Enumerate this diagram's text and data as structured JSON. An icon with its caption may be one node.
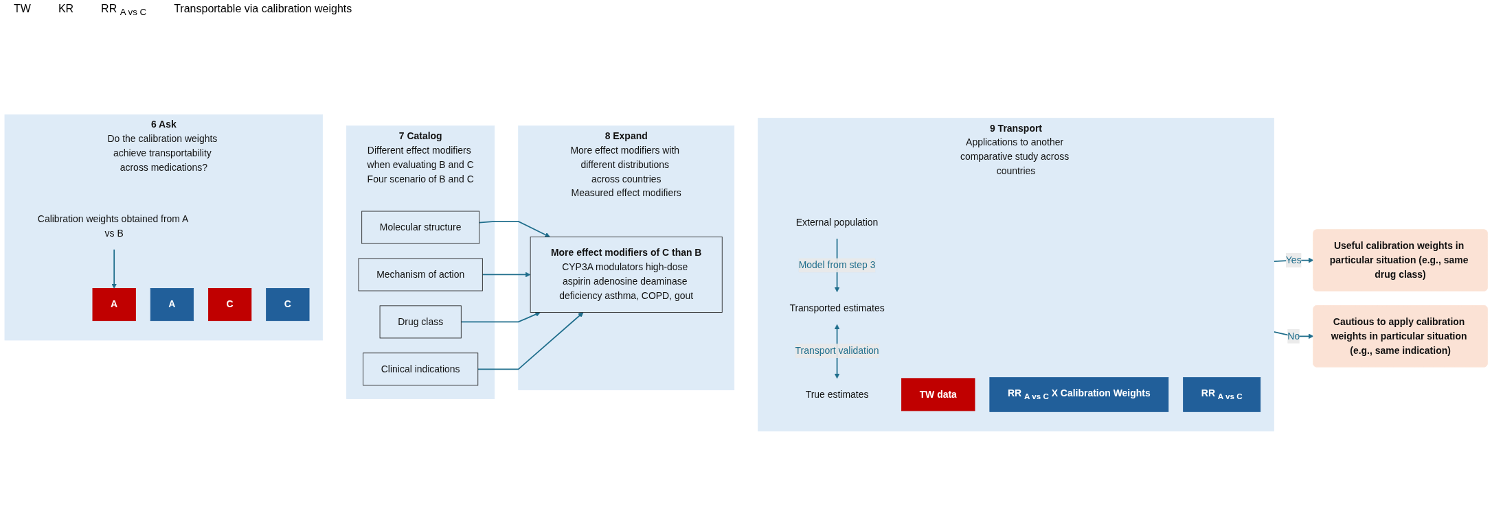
{
  "diagram": {
    "nodes": [
      {
        "text": [
          "6 Ask",
          "Do the calibration weights achieve transportability across medications?"
        ]
      },
      {
        "text": [
          "Calibration weights obtained from A vs B"
        ],
        "in": 0
      },
      {
        "text": [
          "A"
        ],
        "in": 0
      },
      {
        "text": [
          "A"
        ],
        "in": 0
      },
      {
        "text": [
          "C"
        ],
        "in": 0
      },
      {
        "text": [
          "C"
        ],
        "in": 0
      },
      {
        "text": [
          "7 Catalog",
          "Different effect modifiers when evaluating B and C",
          "Four scenario of B and C"
        ]
      },
      {
        "text": [
          "Molecular structure"
        ],
        "in": 6
      },
      {
        "text": [
          "Mechanism of action"
        ],
        "in": 6
      },
      {
        "text": [
          "Drug class"
        ],
        "in": 6
      },
      {
        "text": [
          "Clinical indications"
        ],
        "in": 6
      },
      {
        "text": [
          "8 Expand",
          "More effect modifiers with different distributions across countries",
          "Measured effect modifiers"
        ]
      },
      {
        "text": [
          "More effect modifiers of C than B",
          "CYP3A modulators high-dose aspirin adenosine deaminase deficiency asthma, COPD, gout"
        ],
        "in": 11
      },
      {
        "text": [
          "9 Transport",
          "Applications to another comparative study across countries"
        ]
      },
      {
        "text": [
          "External population"
        ],
        "in": 13
      },
      {
        "text": [
          "TW data"
        ],
        "in": 13
      },
      {
        "text": [
          "Transported estimates"
        ],
        "in": 13
      },
      {
        "text": [
          "RR $_{A vs C}$ X Calibration Weights"
        ],
        "in": 13
      },
      {
        "text": [
          "True estimates"
        ],
        "in": 13
      },
      {
        "text": [
          "RR $_{A vs C}$"
        ],
        "in": 13
      },
      {
        "text": [
          "Useful calibration weights in particular situation (e.g., same drug class)"
        ]
      },
      {
        "text": [
          "Cautious to apply calibration weights in particular situation (e.g., same indication)"
        ]
      }
    ],
    "edges": [
      {
        "from": 1,
        "to": 2,
        "arrow": "to"
      },
      {
        "from": 7,
        "to": 12,
        "arrow": "to"
      },
      {
        "from": 8,
        "to": 12,
        "arrow": "to"
      },
      {
        "from": 9,
        "to": 12,
        "arrow": "to"
      },
      {
        "from": 10,
        "to": 12,
        "arrow": "to"
      },
      {
        "from": 14,
        "to": 16,
        "arrow": "to",
        "label": "Model from step 3"
      },
      {
        "from": 16,
        "to": 18,
        "arrow": "both",
        "label": "Transport validation"
      },
      {
        "from": 13,
        "to": 20,
        "arrow": "to",
        "label": "Yes"
      },
      {
        "from": 13,
        "to": 21,
        "arrow": "to",
        "label": "No"
      }
    ],
    "labels": [
      "TW",
      "KR",
      "RR $_{A vs C}$",
      "Transportable via calibration weights"
    ]
  }
}
